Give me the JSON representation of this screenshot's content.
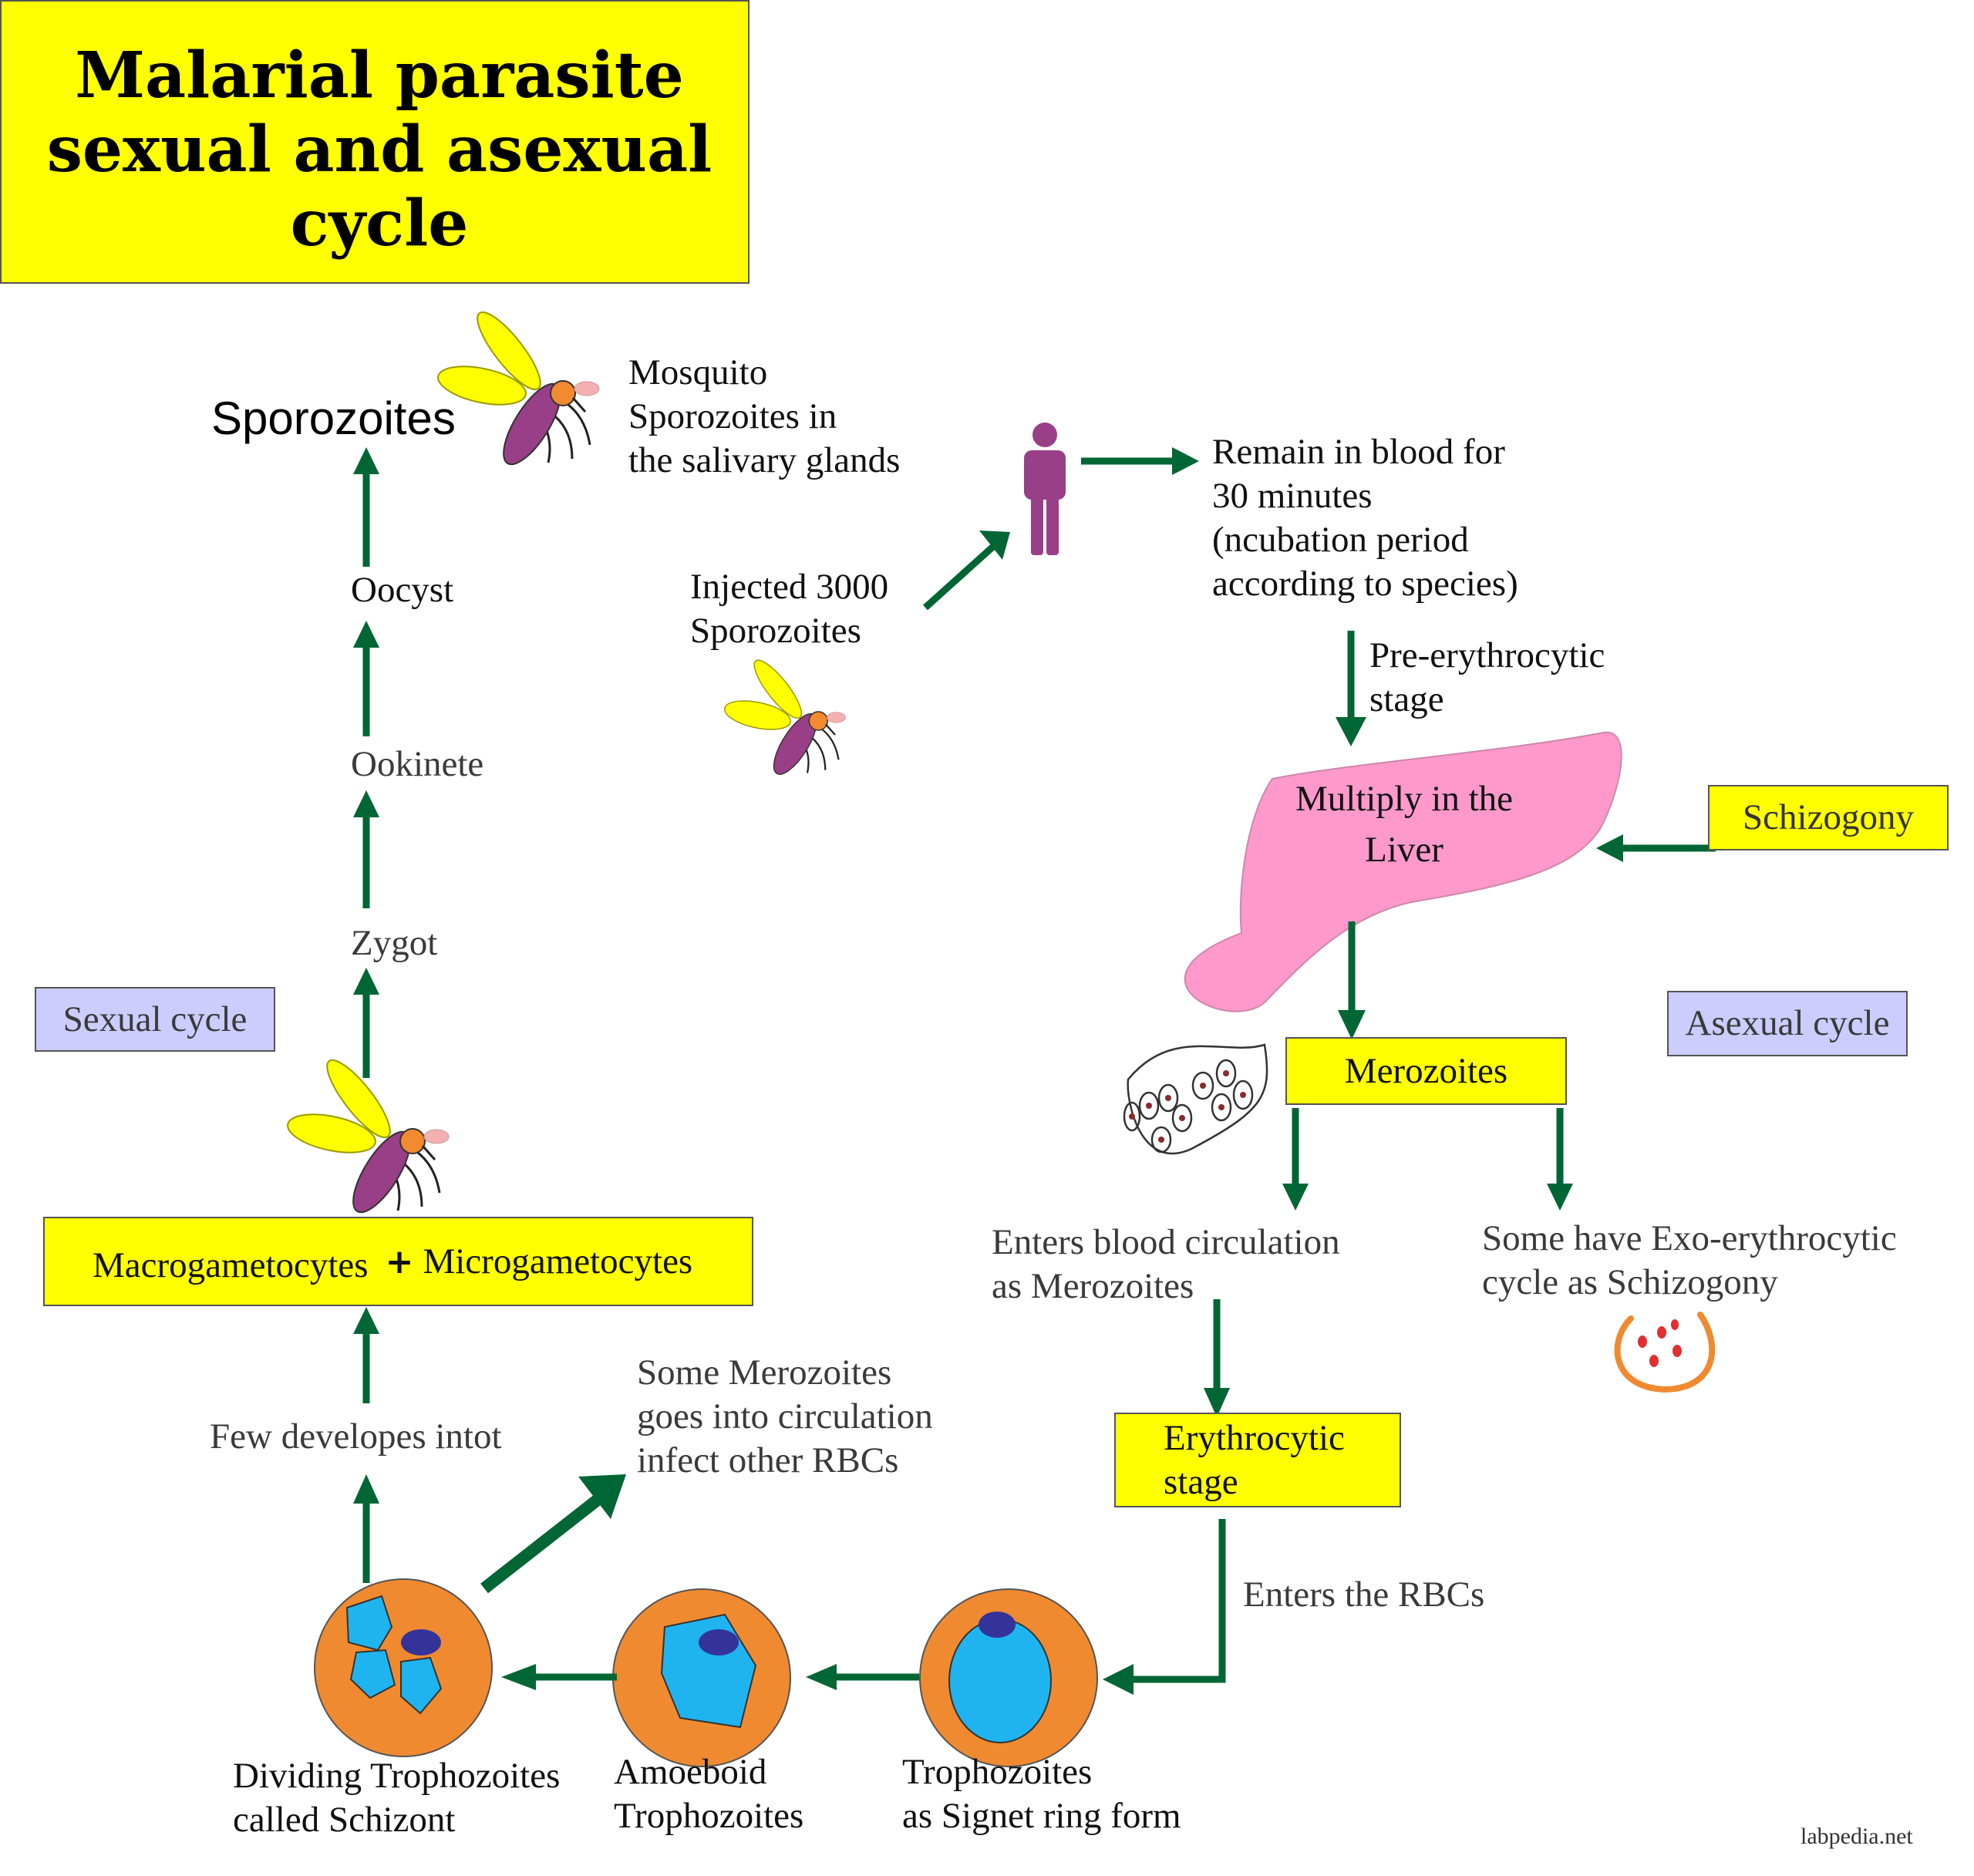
{
  "title": "Malarial parasite\nsexual and asexual\ncycle",
  "credit": "labpedia.net",
  "colors": {
    "arrow": "#006633",
    "title_box": "#ffff00",
    "box_yellow": "#ffff00",
    "box_lavender": "#ccccff",
    "liver": "#ff99cc",
    "rbc": "#f08a30",
    "parasite": "#1fb4f0",
    "nucleus": "#333399",
    "mosquito_body": "#993f88",
    "mosquito_wing": "#ffff00",
    "mosquito_head": "#f28a30"
  },
  "sexual": {
    "sporozoites": "Sporozoites",
    "mosquito_note": "Mosquito\nSporozoites in\nthe salivary glands",
    "oocyst": "Oocyst",
    "ookinete": "Ookinete",
    "zygot": "Zygot",
    "cycle_label": "Sexual cycle",
    "macro": "Macrogametocytes",
    "plus": "+",
    "micro": "Microgametocytes",
    "few": "Few developes intot"
  },
  "human": {
    "injected": "Injected 3000\nSporozoites",
    "remain": "Remain in blood for\n30 minutes\n(ncubation period\naccording to species)",
    "pre": "Pre-erythrocytic\nstage"
  },
  "asexual": {
    "liver": "Multiply in the\nLiver",
    "schizogony": "Schizogony",
    "merozoites": "Merozoites",
    "cycle_label": "Asexual cycle",
    "enters_blood": "Enters blood circulation\nas Merozoites",
    "exo": "Some have Exo-erythrocytic\ncycle  as  Schizogony",
    "erythro": "Erythrocytic\nstage",
    "enters_rbc": "Enters the RBCs",
    "some_mero": "Some Merozoites\ngoes into circulation\ninfect other RBCs",
    "dividing": "Dividing Trophozoites\ncalled Schizont",
    "amoeboid": "Amoeboid\nTrophozoites",
    "troph": "Trophozoites\nas Signet ring form"
  }
}
